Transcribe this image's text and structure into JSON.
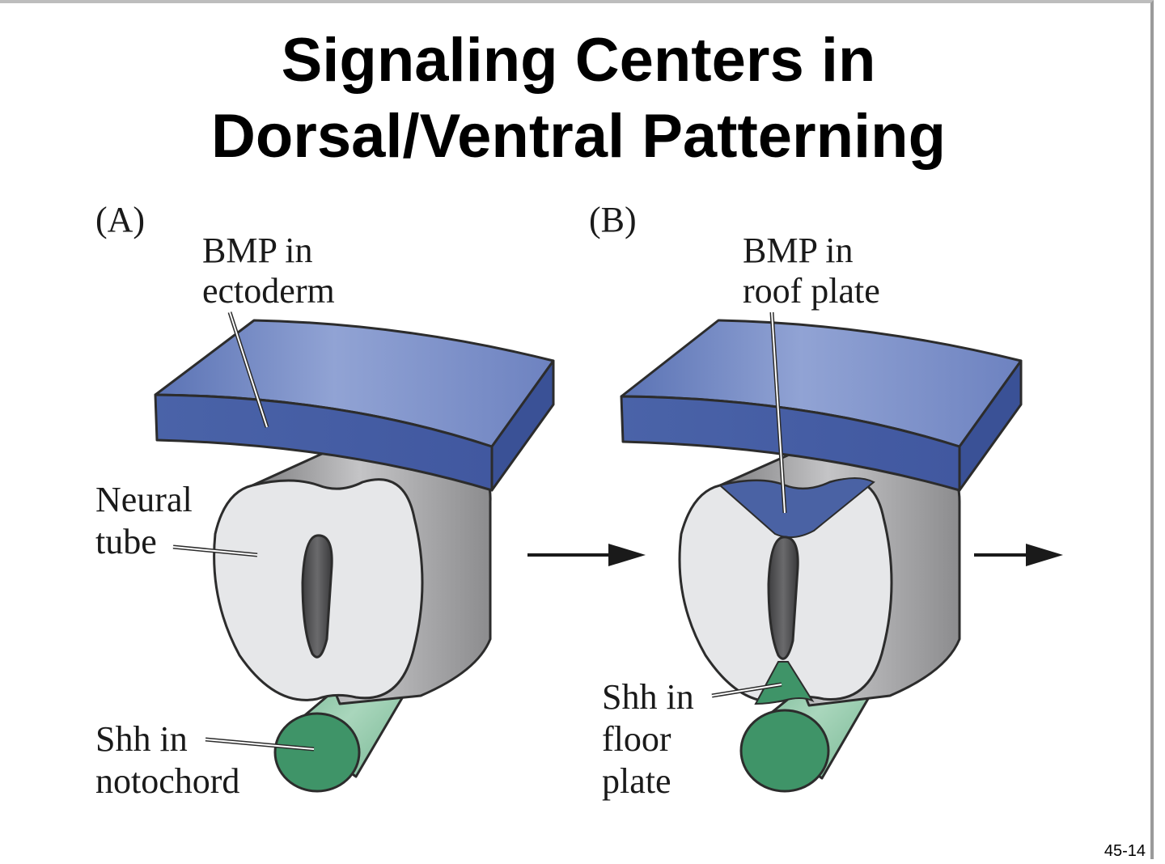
{
  "slide": {
    "title_line1": "Signaling Centers in",
    "title_line2": "Dorsal/Ventral Patterning",
    "slide_number": "45-14"
  },
  "panel_a": {
    "letter": "(A)",
    "bmp_label": [
      "BMP in",
      "ectoderm"
    ],
    "neural_label": [
      "Neural",
      "tube"
    ],
    "shh_label": [
      "Shh in",
      "notochord"
    ]
  },
  "panel_b": {
    "letter": "(B)",
    "bmp_label": [
      "BMP in",
      "roof plate"
    ],
    "shh_label": [
      "Shh in",
      "floor",
      "plate"
    ]
  },
  "colors": {
    "bmp_blue": "#4a62a4",
    "bmp_blue_light": "#8092c8",
    "shh_green": "#3f9468",
    "shh_green_light": "#8fc7a6",
    "tube_face": "#e6e7e9",
    "tube_side": "#9c9c9e",
    "lumen": "#505052"
  }
}
